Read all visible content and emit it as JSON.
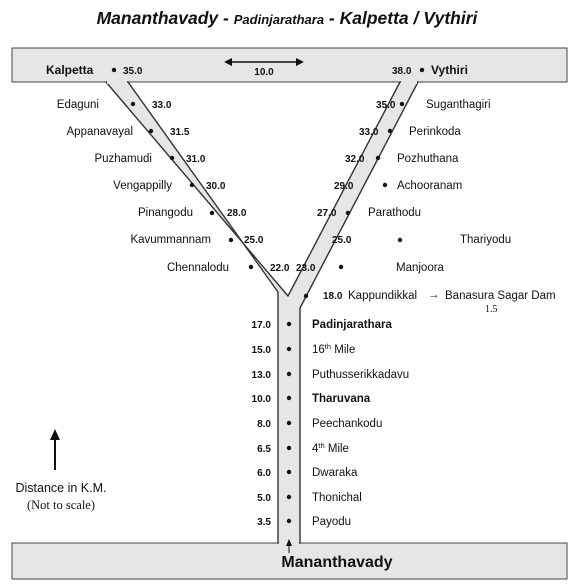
{
  "title": {
    "part1": "Mananthavady - ",
    "part2": "Padinjarathara",
    "part3": " - Kalpetta / Vythiri"
  },
  "top_road": {
    "left_end": {
      "name": "Kalpetta",
      "km": "35.0"
    },
    "right_end": {
      "name": "Vythiri",
      "km": "38.0"
    },
    "gap_km": "10.0"
  },
  "left_branch": [
    {
      "name": "Edaguni",
      "km": "33.0"
    },
    {
      "name": "Appanavayal",
      "km": "31.5"
    },
    {
      "name": "Puzhamudi",
      "km": "31.0"
    },
    {
      "name": "Vengappilly",
      "km": "30.0"
    },
    {
      "name": "Pinangodu",
      "km": "28.0"
    },
    {
      "name": "Kavummannam",
      "km": "25.0"
    },
    {
      "name": "Chennalodu",
      "km": "22.0"
    }
  ],
  "right_branch": [
    {
      "name": "Suganthagiri",
      "km": "35.0"
    },
    {
      "name": "Perinkoda",
      "km": "33.0"
    },
    {
      "name": "Pozhuthana",
      "km": "32.0"
    },
    {
      "name": "Achooranam",
      "km": "29.0"
    },
    {
      "name": "Parathodu",
      "km": "27.0"
    },
    {
      "name": "Thariyodu",
      "km": "25.0"
    },
    {
      "name": "Manjoora",
      "km": "23.0"
    },
    {
      "name": "Kappundikkal",
      "km": "18.0"
    }
  ],
  "side_road": {
    "arrow": "→",
    "destination": "Banasura Sagar Dam",
    "distance": "1.5"
  },
  "stem": [
    {
      "name": "Padinjarathara",
      "km": "17.0",
      "bold": true
    },
    {
      "name": "16",
      "sup": "th",
      "after": " Mile",
      "km": "15.0"
    },
    {
      "name": "Puthusserikkadavu",
      "km": "13.0"
    },
    {
      "name": "Tharuvana",
      "km": "10.0",
      "bold": true
    },
    {
      "name": "Peechankodu",
      "km": "8.0"
    },
    {
      "name": "4",
      "sup": "th",
      "after": " Mile",
      "km": "6.5"
    },
    {
      "name": "Dwaraka",
      "km": "6.0"
    },
    {
      "name": "Thonichal",
      "km": "5.0"
    },
    {
      "name": "Payodu",
      "km": "3.5"
    }
  ],
  "base": {
    "name": "Mananthavady"
  },
  "legend": {
    "line1": "Distance in K.M.",
    "line2": "(Not to scale)"
  },
  "colors": {
    "road_fill": "#e6e6e6",
    "road_edge": "#333333",
    "text": "#111111"
  }
}
